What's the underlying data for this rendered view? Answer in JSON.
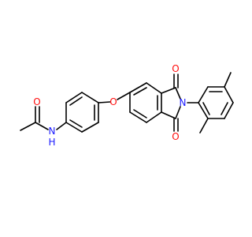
{
  "molecule": {
    "atoms": {
      "o_acetyl": "O",
      "n_amide": "N",
      "h_amide": "H",
      "o_ether": "O",
      "n_imide": "N",
      "o_imide_top": "O",
      "o_imide_bottom": "O"
    }
  },
  "colors": {
    "bond": "#000000",
    "oxygen": "#ff0d0d",
    "nitrogen": "#1a1aff",
    "background": "#ffffff"
  }
}
